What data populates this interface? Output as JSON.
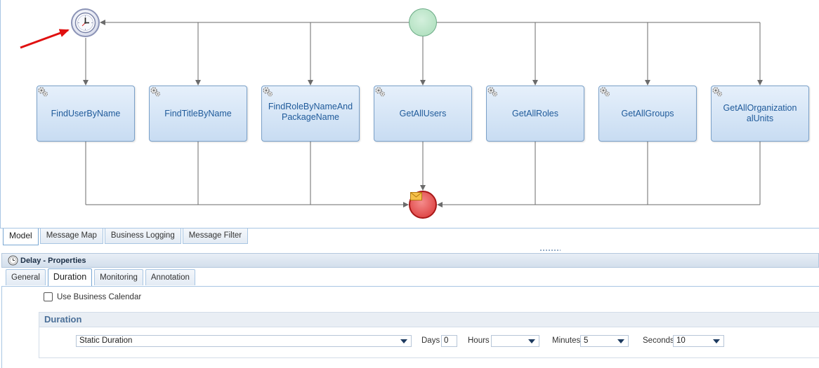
{
  "diagram": {
    "tasks": [
      {
        "label": "FindUserByName"
      },
      {
        "label": "FindTitleByName"
      },
      {
        "label": "FindRoleByNameAndPackageName"
      },
      {
        "label": "GetAllUsers"
      },
      {
        "label": "GetAllRoles"
      },
      {
        "label": "GetAllGroups"
      },
      {
        "label": "GetAllOrganizationalUnits"
      }
    ]
  },
  "editor_tabs": [
    "Model",
    "Message Map",
    "Business Logging",
    "Message Filter"
  ],
  "properties": {
    "title": "Delay - Properties",
    "tabs": [
      "General",
      "Duration",
      "Monitoring",
      "Annotation"
    ],
    "use_business_calendar_label": "Use Business Calendar",
    "use_business_calendar_checked": false,
    "section_title": "Duration",
    "duration_type": "Static Duration",
    "days_label": "Days",
    "days_value": "0",
    "hours_label": "Hours",
    "hours_value": "",
    "minutes_label": "Minutes",
    "minutes_value": "5",
    "seconds_label": "Seconds",
    "seconds_value": "10"
  },
  "colors": {
    "task_text": "#1f5a9a",
    "annotation_arrow": "#e01010",
    "start_event": "#a8dcb8",
    "end_event": "#d83232"
  }
}
